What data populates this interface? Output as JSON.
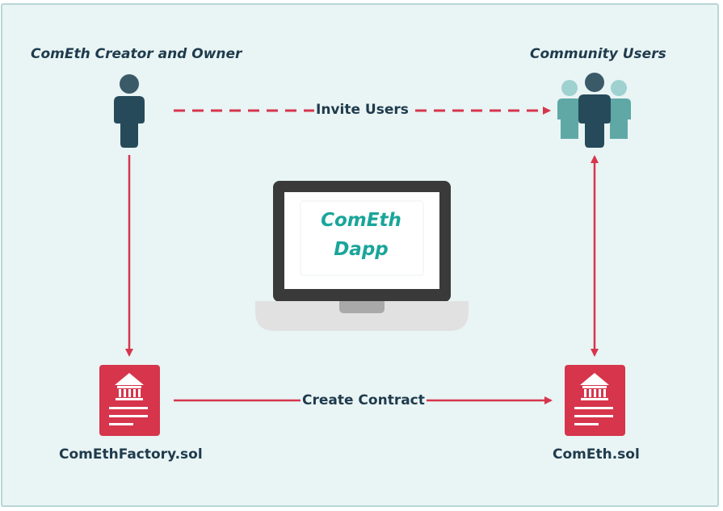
{
  "actors": {
    "creator": {
      "label": "ComEth Creator and Owner",
      "icon": "person-icon"
    },
    "community": {
      "label": "Community Users",
      "icon": "users-group-icon"
    }
  },
  "edges": {
    "invite": "Invite Users",
    "create": "Create Contract"
  },
  "dapp": {
    "line1": "ComEth",
    "line2": "Dapp"
  },
  "contracts": {
    "factory": {
      "label": "ComEthFactory.sol",
      "icon": "contract-document-icon"
    },
    "cometh": {
      "label": "ComEth.sol",
      "icon": "contract-document-icon"
    }
  },
  "colors": {
    "background": "#e9f4f4",
    "arrow": "#d6354c",
    "contract": "#d6354c",
    "person_dark": "#264a5a",
    "person_light": "#5fa8a6",
    "dapp_text": "#1aa59a",
    "laptop_frame": "#3a3a3a"
  }
}
